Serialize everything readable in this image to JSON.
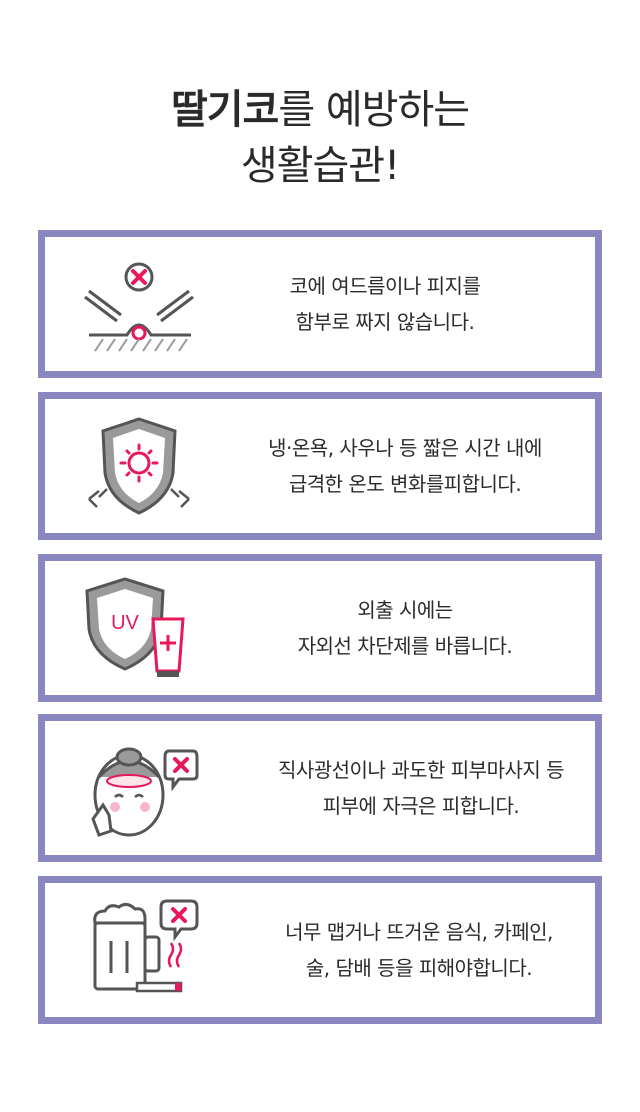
{
  "title": {
    "bold": "딸기코",
    "rest": "를 예방하는",
    "line2": "생활습관!"
  },
  "colors": {
    "border": "#8a86bf",
    "accent": "#e8185a",
    "icon_gray": "#8a8a8a"
  },
  "cards": [
    {
      "icon": "squeeze-pimple-prohibited-icon",
      "lines": [
        "코에 여드름이나 피지를",
        "함부로 짜지 않습니다."
      ]
    },
    {
      "icon": "temperature-shield-icon",
      "lines": [
        "냉·온욕, 사우나 등 짧은 시간 내에",
        "급격한 온도 변화를피합니다."
      ]
    },
    {
      "icon": "uv-sunscreen-icon",
      "label": "UV",
      "lines": [
        "외출 시에는",
        "자외선 차단제를 바릅니다."
      ]
    },
    {
      "icon": "face-massage-prohibited-icon",
      "lines": [
        "직사광선이나 과도한 피부마사지 등",
        "피부에 자극은 피합니다."
      ]
    },
    {
      "icon": "beer-cigarette-prohibited-icon",
      "lines": [
        "너무 맵거나 뜨거운 음식, 카페인,",
        "술, 담배 등을 피해야합니다."
      ]
    }
  ]
}
